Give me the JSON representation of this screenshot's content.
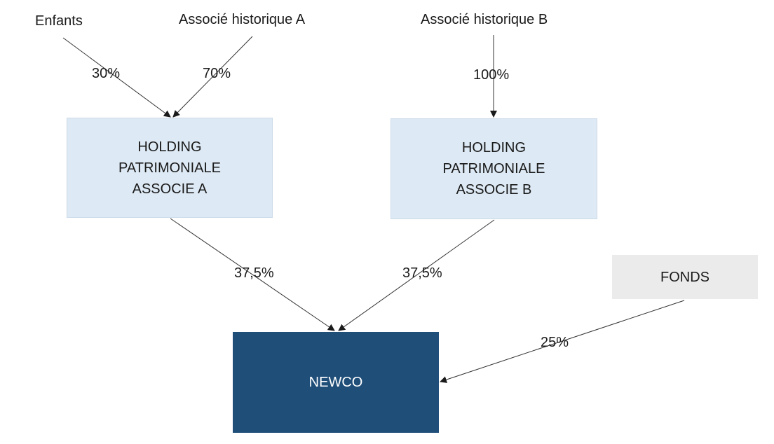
{
  "nodes": {
    "enfants": "Enfants",
    "associe_a": "Associé historique A",
    "associe_b": "Associé historique B",
    "holding_a": "HOLDING\nPATRIMONIALE\nASSOCIE A",
    "holding_b": "HOLDING\nPATRIMONIALE\nASSOCIE B",
    "fonds": "FONDS",
    "newco": "NEWCO"
  },
  "edges": {
    "enfants_to_holding_a": "30%",
    "associe_a_to_holding_a": "70%",
    "associe_b_to_holding_b": "100%",
    "holding_a_to_newco": "37,5%",
    "holding_b_to_newco": "37,5%",
    "fonds_to_newco": "25%"
  },
  "colors": {
    "holding_fill": "#dde9f4",
    "fonds_fill": "#ebebeb",
    "newco_fill": "#1f4e79",
    "newco_text": "#ffffff",
    "arrow": "#333333"
  }
}
